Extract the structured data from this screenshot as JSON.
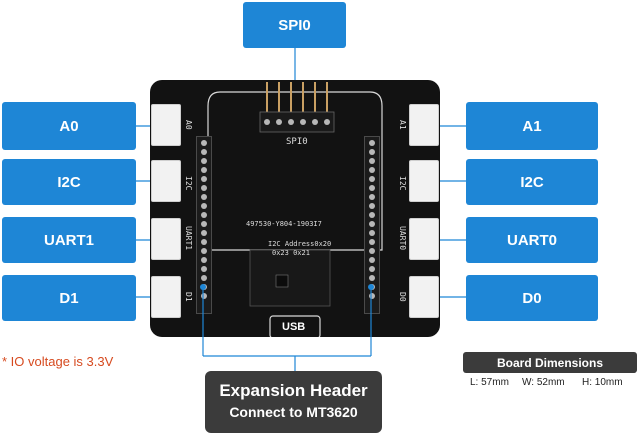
{
  "labels": {
    "spi0": "SPI0",
    "left": [
      "A0",
      "I2C",
      "UART1",
      "D1"
    ],
    "right": [
      "A1",
      "I2C",
      "UART0",
      "D0"
    ]
  },
  "silk": {
    "spi0": "SPI0",
    "left": [
      "A0",
      "I2C",
      "UART1",
      "D1"
    ],
    "right": [
      "A1",
      "I2C",
      "UART0",
      "D0"
    ],
    "serial": "497530-Y804-1903I7",
    "i2c_addr": "I2C Address0x20",
    "i2c_values": "0x23 0x21",
    "usb": "USB"
  },
  "note": "* IO voltage is 3.3V",
  "expansion": {
    "title": "Expansion Header",
    "subtitle": "Connect to MT3620"
  },
  "dimensions": {
    "header": "Board Dimensions",
    "length": "L: 57mm",
    "width": "W: 52mm",
    "height": "H: 10mm"
  },
  "colors": {
    "label_blue": "#1e86d6",
    "board": "#121212",
    "note_red": "#d64a1f",
    "dark_box": "#3b3b3b"
  }
}
